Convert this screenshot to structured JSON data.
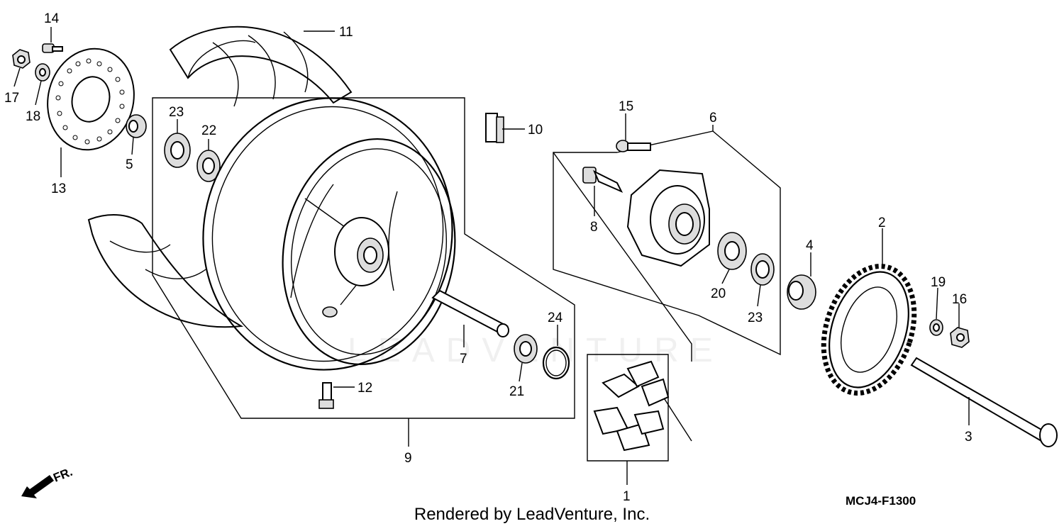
{
  "diagram_code": "MCJ4-F1300",
  "direction_label": "FR.",
  "footer": "Rendered by LeadVenture, Inc.",
  "watermark": "LEADVENTURE",
  "labels": {
    "p1": "1",
    "p2": "2",
    "p3": "3",
    "p4": "4",
    "p5": "5",
    "p6": "6",
    "p7": "7",
    "p8": "8",
    "p9": "9",
    "p10": "10",
    "p11": "11",
    "p12": "12",
    "p13": "13",
    "p14": "14",
    "p15": "15",
    "p16": "16",
    "p17": "17",
    "p18": "18",
    "p19": "19",
    "p20": "20",
    "p21": "21",
    "p22": "22",
    "p23a": "23",
    "p23b": "23",
    "p24": "24"
  }
}
